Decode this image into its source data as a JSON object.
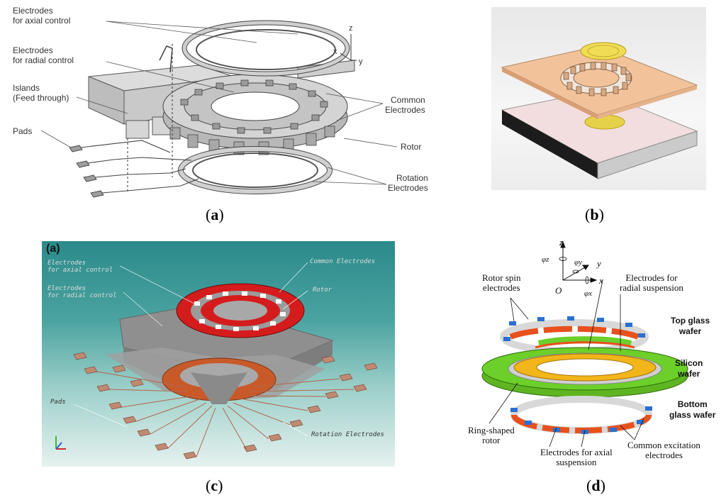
{
  "captions": {
    "a": "a",
    "b": "b",
    "c": "c",
    "d": "d"
  },
  "panel_a": {
    "labels": {
      "axial": [
        "Electrodes",
        "for axial control"
      ],
      "radial": [
        "Electrodes",
        "for radial control"
      ],
      "islands": [
        "Islands",
        "(Feed through)"
      ],
      "pads": "Pads",
      "common": [
        "Common",
        "Electrodes"
      ],
      "rotor": "Rotor",
      "rotation": [
        "Rotation",
        "Electrodes"
      ],
      "axis_z": "z",
      "axis_x": "x",
      "axis_y": "y"
    }
  },
  "panel_c": {
    "tag": "(a)",
    "labels": {
      "axial": [
        "Electrodes",
        "for axial control"
      ],
      "radial": [
        "Electrodes",
        "for radial control"
      ],
      "common": "Common Electrodes",
      "rotor": "Rotor",
      "pads": "Pads",
      "rotation": "Rotation Electrodes"
    }
  },
  "panel_d": {
    "axes": {
      "z": "z",
      "y": "y",
      "x": "x",
      "o": "O",
      "phi_z": "φz",
      "phi_y": "φy",
      "phi_x": "φx"
    },
    "labels": {
      "rotor_spin": [
        "Rotor spin",
        "electrodes"
      ],
      "radial_susp": [
        "Electrodes for",
        "radial suspension"
      ],
      "top_glass": [
        "Top glass",
        "wafer"
      ],
      "silicon": [
        "Silicon",
        "wafer"
      ],
      "bottom_glass": [
        "Bottom",
        "glass wafer"
      ],
      "ring_rotor": [
        "Ring-shaped",
        "rotor"
      ],
      "axial_susp": [
        "Electrodes for axial",
        "suspension"
      ],
      "common_exc": [
        "Common excitation",
        "electrodes"
      ]
    }
  },
  "colors": {
    "red_electrode": "#d41c1c",
    "orange_electrode": "#e8501c",
    "green_wafer": "#6ccf2a",
    "gold_rotor": "#f2b51a",
    "blue_electrode": "#2a6fd1",
    "teal_bg": "#2f8f8f",
    "peach_plate": "#f2c39a"
  }
}
